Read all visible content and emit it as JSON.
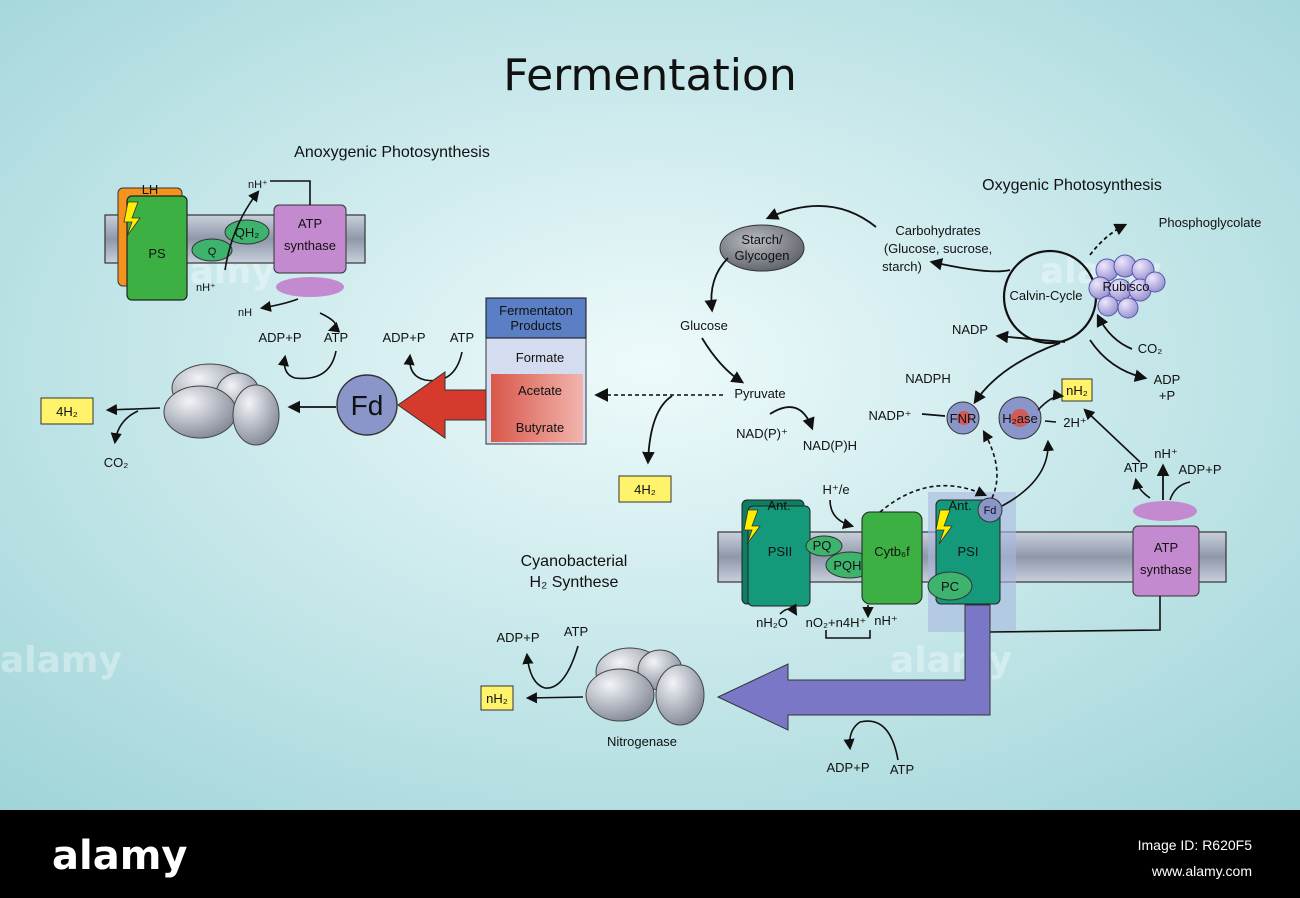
{
  "title": "Fermentation",
  "sections": {
    "anoxygenic": "Anoxygenic Photosynthesis",
    "oxygenic": "Oxygenic Photosynthesis",
    "cyano_line1": "Cyanobacterial",
    "cyano_line2": "H₂ Synthese"
  },
  "anoxy": {
    "lh": "LH",
    "ps": "PS",
    "q": "Q",
    "qh2": "QH₂",
    "atp_synth_1": "ATP",
    "atp_synth_2": "synthase",
    "nh_top": "nH⁺",
    "nh_mid": "nH⁺",
    "nh_left": "nH",
    "adp_p": "ADP+P",
    "atp": "ATP"
  },
  "fd_cycle": {
    "adp_p": "ADP+P",
    "atp": "ATP",
    "fd": "Fd",
    "h2_out": "4H₂",
    "co2": "CO₂"
  },
  "ferm_products": {
    "header_1": "Fermentaton",
    "header_2": "Products",
    "items": [
      "Formate",
      "Acetate",
      "Butyrate"
    ]
  },
  "center": {
    "starch_1": "Starch/",
    "starch_2": "Glycogen",
    "glucose": "Glucose",
    "pyruvate": "Pyruvate",
    "nadp_plus": "NAD(P)⁺",
    "nadph": "NAD(P)H",
    "h2_box": "4H₂"
  },
  "oxy": {
    "carbs_1": "Carbohydrates",
    "carbs_2": "(Glucose, sucrose,",
    "carbs_3": "starch)",
    "phosphoglycolate": "Phosphoglycolate",
    "calvin": "Calvin-Cycle",
    "rubisco": "Rubisco",
    "nadp": "NADP",
    "co2": "CO₂",
    "adp_1": "ADP",
    "adp_2": "+P",
    "nadph": "NADPH",
    "nadp_plus": "NADP⁺",
    "fnr": "FNR",
    "h2ase": "H₂ase",
    "nh2_box": "nH₂",
    "two_h": "2H⁺",
    "atp": "ATP",
    "nh": "nH⁺",
    "adp_p": "ADP+P",
    "h_e": "H⁺/e",
    "ant1": "Ant.",
    "ant2": "Ant.",
    "fd": "Fd",
    "psii": "PSII",
    "pq": "PQ",
    "pqh2": "PQH₂",
    "cytb": "Cytb₆f",
    "psi": "PSI",
    "pc": "PC",
    "atp_synth_1": "ATP",
    "atp_synth_2": "synthase",
    "water_line": "nH₂O",
    "o2_line": "nO₂+n4H⁺",
    "nh_bottom": "nH⁺"
  },
  "nitro": {
    "label": "Nitrogenase",
    "adp_p": "ADP+P",
    "atp": "ATP",
    "nh2_box": "nH₂",
    "adp_p_bottom": "ADP+P",
    "atp_bottom": "ATP"
  },
  "watermark": "alamy",
  "footer": {
    "logo": "alamy",
    "image_id": "Image ID: R620F5",
    "site": "www.alamy.com"
  },
  "colors": {
    "bg_center": "#e6f7f8",
    "bg_edge": "#9fd6da",
    "membrane": "#9aa4b4",
    "green_ps": "#3cb043",
    "teal_ps": "#149a7a",
    "atp_synthase": "#c48ad0",
    "fd_circle": "#8a95c9",
    "red_arrow": "#d63a2c",
    "purple_arrow": "#7a78c6",
    "yellow_box": "#fff36b",
    "fp_header": "#5a7fc4",
    "footer_bg": "#000000"
  }
}
